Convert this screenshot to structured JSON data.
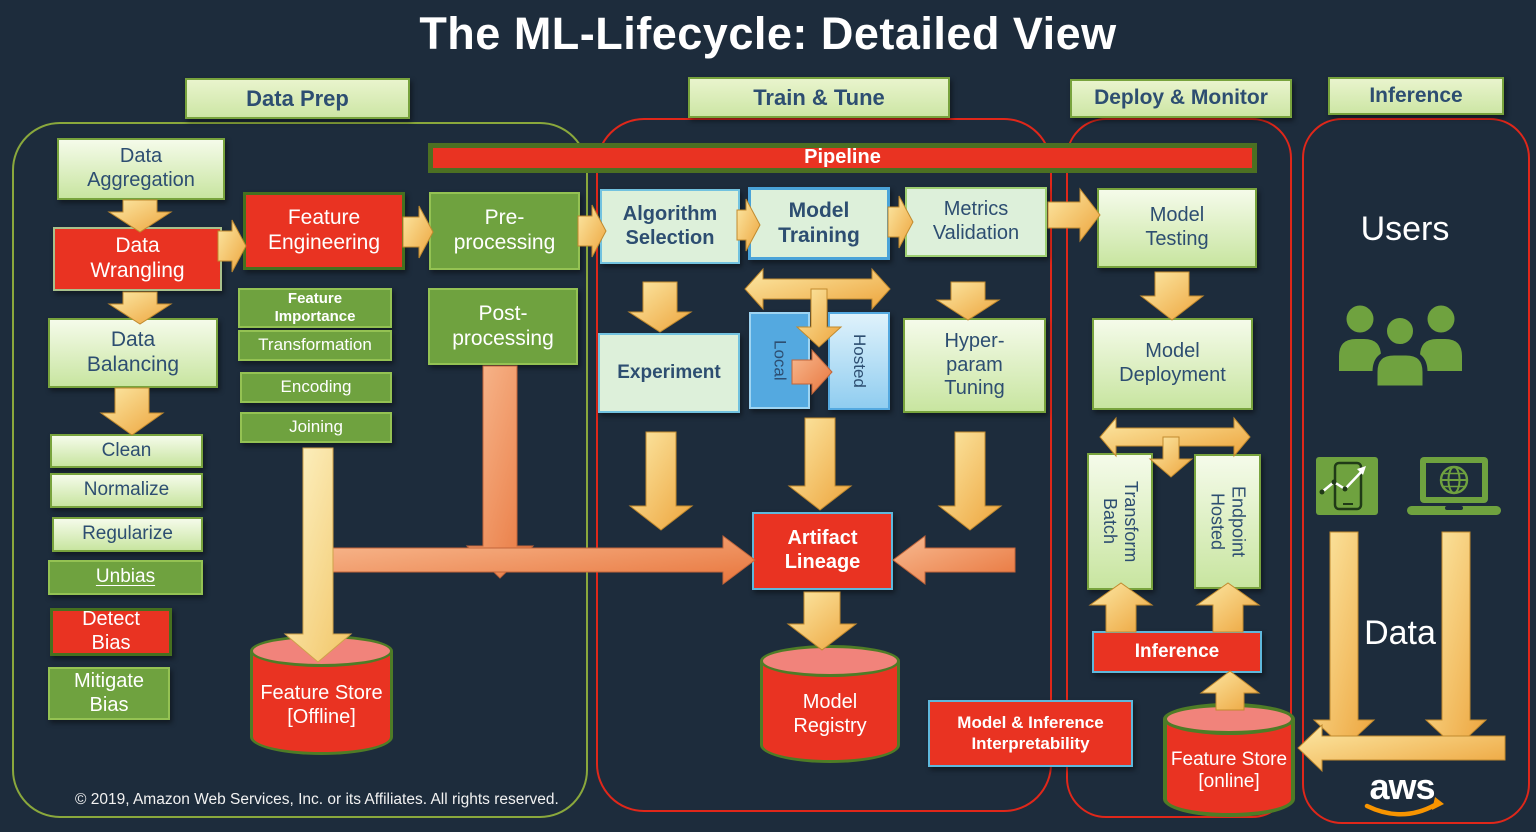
{
  "title": "The ML-Lifecycle: Detailed View",
  "copyright": "© 2019, Amazon Web Services, Inc. or its Affiliates. All rights reserved.",
  "headers": {
    "data_prep": "Data Prep",
    "train_tune": "Train & Tune",
    "deploy_monitor": "Deploy & Monitor",
    "inference": "Inference"
  },
  "pipeline": {
    "label": "Pipeline"
  },
  "data_prep": {
    "data_aggregation": "Data Aggregation",
    "data_wrangling": "Data Wrangling",
    "data_balancing": "Data Balancing",
    "clean": "Clean",
    "normalize": "Normalize",
    "regularize": "Regularize",
    "unbias": "Unbias",
    "detect_bias": "Detect Bias",
    "mitigate_bias": "Mitigate Bias",
    "feature_engineering": "Feature Engineering",
    "feature_importance": "Feature Importance",
    "transformation": "Transformation",
    "encoding": "Encoding",
    "joining": "Joining",
    "pre_processing": "Pre-processing",
    "post_processing": "Post-processing",
    "feature_store_offline": "Feature Store [Offline]"
  },
  "train_tune": {
    "algorithm_selection": "Algorithm Selection",
    "model_training": "Model Training",
    "metrics_validation": "Metrics Validation",
    "experiment": "Experiment",
    "local": "Local",
    "hosted": "Hosted",
    "hyperparam_tuning": "Hyper-param Tuning",
    "artifact_lineage": "Artifact Lineage",
    "model_registry": "Model Registry",
    "model_inference_interpretability": "Model & Inference Interpretability"
  },
  "deploy_monitor": {
    "model_testing": "Model Testing",
    "model_deployment": "Model Deployment",
    "batch_transform": "Batch Transform",
    "hosted_endpoint": "Hosted Endpoint",
    "inference": "Inference",
    "feature_store_online": "Feature Store [online]"
  },
  "inference_panel": {
    "users": "Users",
    "data": "Data",
    "aws_logo": "aws"
  },
  "icons": [
    "users-group-icon",
    "mobile-chart-icon",
    "laptop-globe-icon",
    "aws-logo"
  ],
  "colors": {
    "background": "#1d2c3c",
    "red": "#e93322",
    "dark_green": "#6fa23f",
    "light_green_border": "#78a33d",
    "navy_text": "#2d4e71",
    "gold_arrow": "#eda43c",
    "orange_arrow": "#e8753c",
    "blue_border": "#5fb8dc",
    "aws_orange": "#f79400"
  }
}
